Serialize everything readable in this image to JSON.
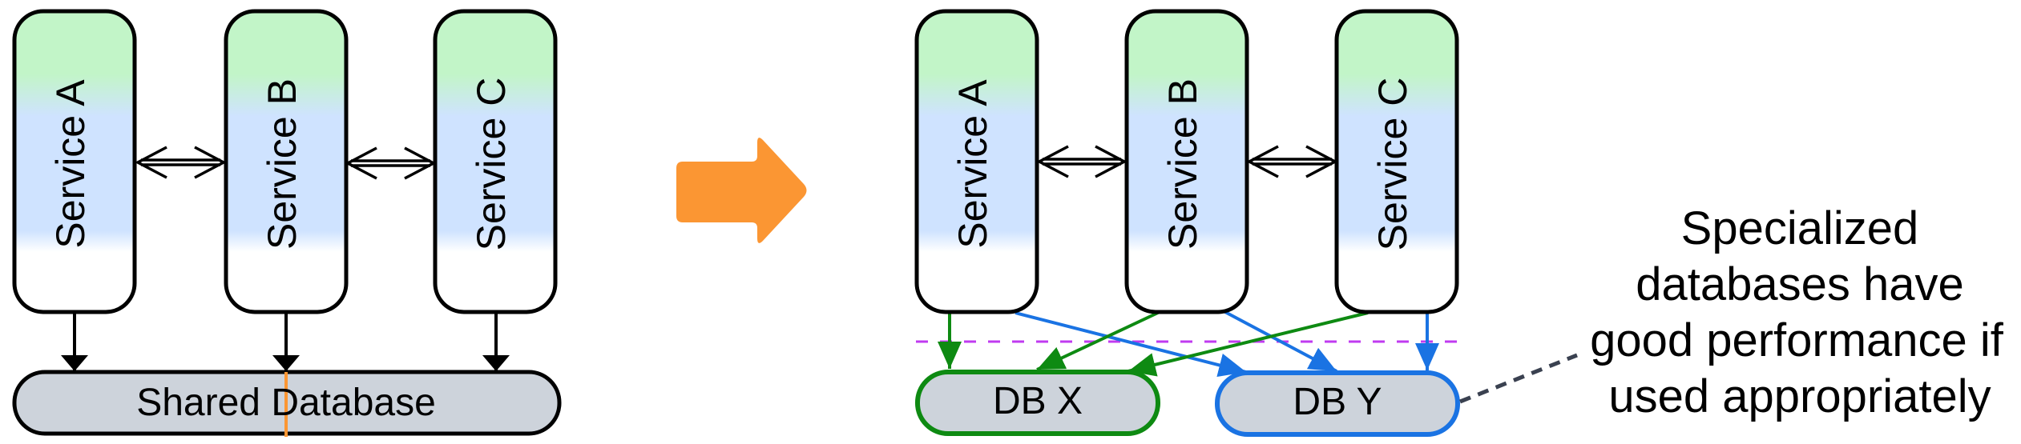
{
  "colors": {
    "service_gradient_top": "#C2F5C8",
    "service_gradient_mid": "#CFE3FF",
    "service_gradient_bottom": "#FFFFFF",
    "db_fill": "#CDD3DB",
    "outline": "#000000",
    "transition_arrow": "#FB9633",
    "green": "#0E8A12",
    "blue": "#1A73E3",
    "boundary_dashed": "#C03BF0",
    "callout_dashed": "#3A4150",
    "orange_marker": "#FB9633"
  },
  "before": {
    "services": [
      {
        "id": "A",
        "label": "Service A"
      },
      {
        "id": "B",
        "label": "Service B"
      },
      {
        "id": "C",
        "label": "Service C"
      }
    ],
    "database": {
      "label": "Shared Database"
    },
    "connections": [
      {
        "from": "Service A",
        "to": "Service B",
        "type": "bidirectional"
      },
      {
        "from": "Service B",
        "to": "Service C",
        "type": "bidirectional"
      },
      {
        "from": "Service A",
        "to": "Shared Database",
        "type": "arrow"
      },
      {
        "from": "Service B",
        "to": "Shared Database",
        "type": "arrow"
      },
      {
        "from": "Service C",
        "to": "Shared Database",
        "type": "arrow"
      }
    ]
  },
  "transition": {
    "icon": "right-arrow-icon"
  },
  "after": {
    "services": [
      {
        "id": "A",
        "label": "Service A"
      },
      {
        "id": "B",
        "label": "Service B"
      },
      {
        "id": "C",
        "label": "Service C"
      }
    ],
    "databases": [
      {
        "id": "X",
        "label": "DB X",
        "color": "green"
      },
      {
        "id": "Y",
        "label": "DB Y",
        "color": "blue"
      }
    ],
    "connections": [
      {
        "from": "Service A",
        "to": "Service B",
        "type": "bidirectional"
      },
      {
        "from": "Service B",
        "to": "Service C",
        "type": "bidirectional"
      },
      {
        "from": "Service A",
        "to": "DB X",
        "color": "green"
      },
      {
        "from": "Service A",
        "to": "DB Y",
        "color": "blue"
      },
      {
        "from": "Service B",
        "to": "DB X",
        "color": "green"
      },
      {
        "from": "Service B",
        "to": "DB Y",
        "color": "blue"
      },
      {
        "from": "Service C",
        "to": "DB X",
        "color": "green"
      },
      {
        "from": "Service C",
        "to": "DB Y",
        "color": "blue"
      }
    ]
  },
  "note": {
    "lines": [
      "Specialized",
      "databases have",
      "good performance if",
      "used appropriately"
    ],
    "points_to": "DB Y"
  }
}
